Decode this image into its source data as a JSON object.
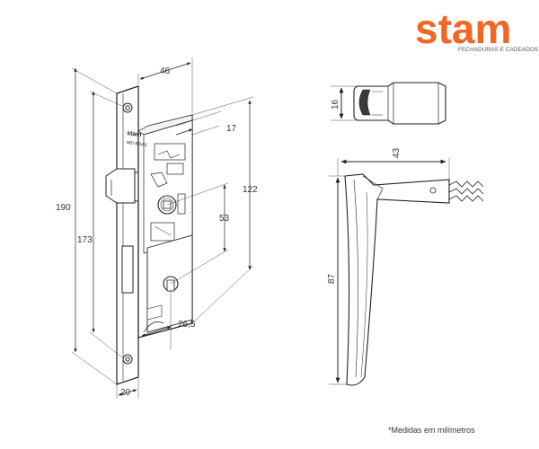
{
  "brand": {
    "name": "stam",
    "tagline": "FECHADURAS E CADEADOS",
    "color": "#f26522",
    "plate_mark": "stam",
    "plate_sub": "MD BRAS"
  },
  "lock_dimensions": {
    "width": "46",
    "height_total": "190",
    "faceplate_height": "173",
    "body_height": "122",
    "backset": "17",
    "hub_to_cylinder": "53",
    "cylinder_offset": "26,5",
    "faceplate_width": "20"
  },
  "handle_dimensions": {
    "thickness": "16",
    "length": "43",
    "height": "87"
  },
  "footnote": "*Medidas em milímetros"
}
